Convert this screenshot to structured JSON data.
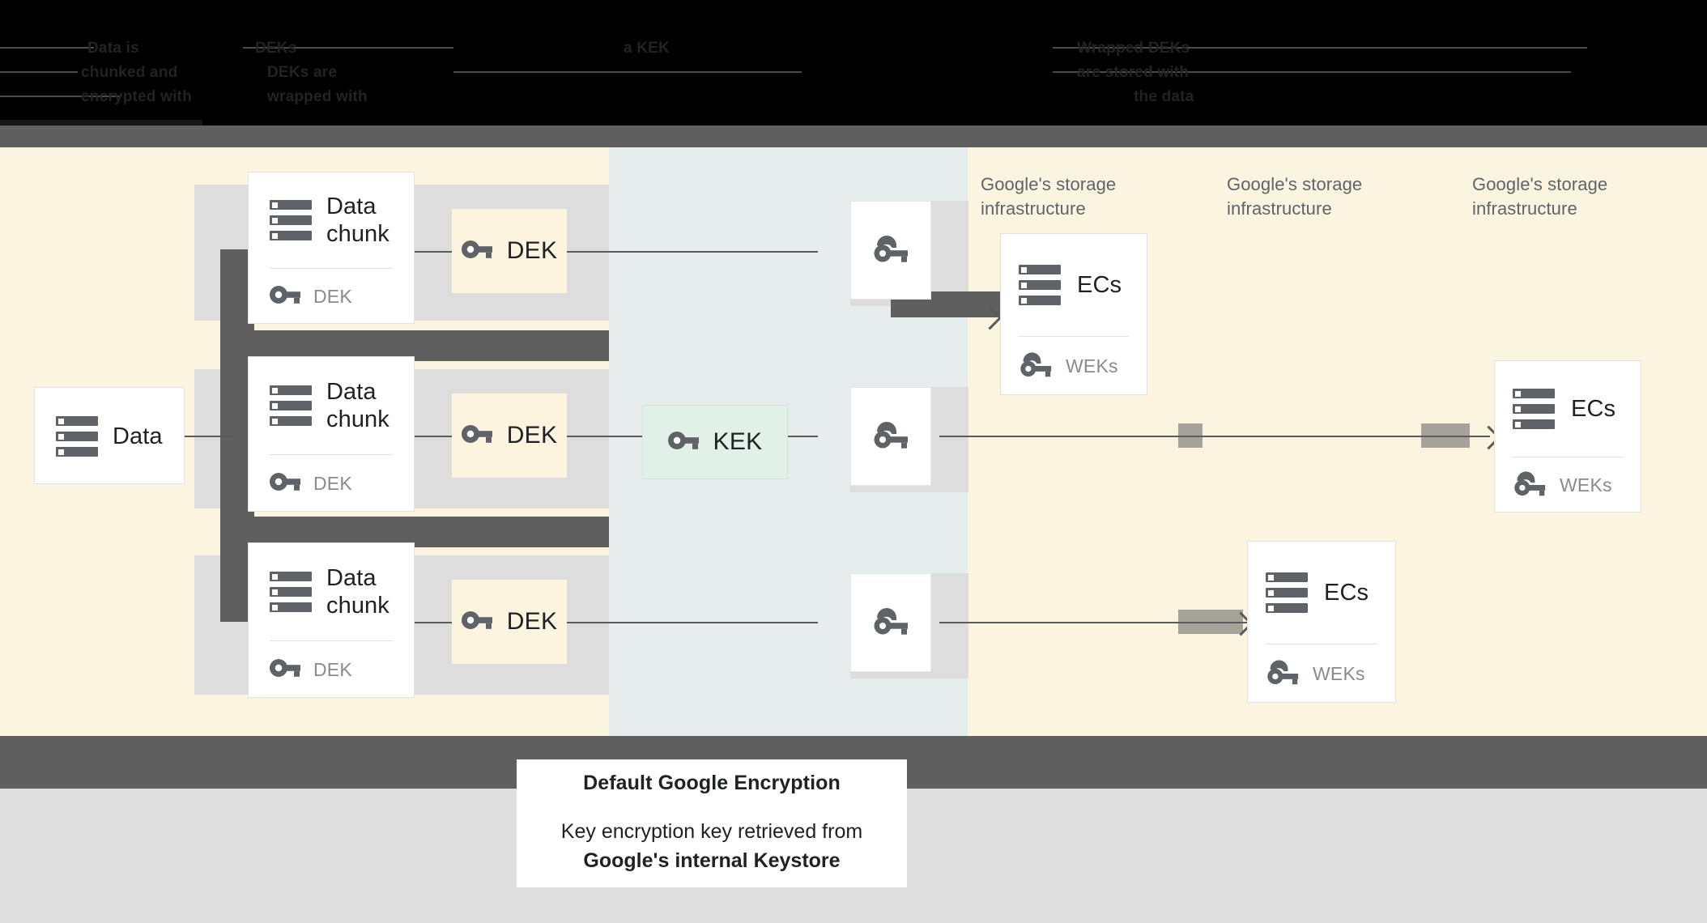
{
  "header": {
    "note": "obscured dark legend text across the top of the frame",
    "lines": [
      "Data is",
      "chunked and",
      "encrypted with",
      "DEKs",
      "DEKs are",
      "wrapped with",
      "a KEK",
      "Wrapped DEKs",
      "are stored with",
      "the data"
    ]
  },
  "diagram": {
    "source": {
      "label": "Data",
      "icon": "server-icon"
    },
    "chunks": [
      {
        "title": "Data chunk",
        "sub": "DEK",
        "icon": "server-icon",
        "sub_icon": "key-icon"
      },
      {
        "title": "Data chunk",
        "sub": "DEK",
        "icon": "server-icon",
        "sub_icon": "key-icon"
      },
      {
        "title": "Data chunk",
        "sub": "DEK",
        "icon": "server-icon",
        "sub_icon": "key-icon"
      }
    ],
    "deks": [
      {
        "label": "DEK",
        "icon": "key-icon"
      },
      {
        "label": "DEK",
        "icon": "key-icon"
      },
      {
        "label": "DEK",
        "icon": "key-icon"
      }
    ],
    "kek": {
      "label": "KEK",
      "icon": "key-icon"
    },
    "wrapped_keys": [
      {
        "icon": "wrapped-key-icon"
      },
      {
        "icon": "wrapped-key-icon"
      },
      {
        "icon": "wrapped-key-icon"
      }
    ],
    "storage_labels": [
      "Google's storage\ninfrastructure",
      "Google's storage\ninfrastructure",
      "Google's storage\ninfrastructure"
    ],
    "ec_cards": [
      {
        "title": "ECs",
        "sub": "WEKs",
        "icon": "server-icon",
        "sub_icon": "wrapped-key-icon"
      },
      {
        "title": "ECs",
        "sub": "WEKs",
        "icon": "server-icon",
        "sub_icon": "wrapped-key-icon"
      },
      {
        "title": "ECs",
        "sub": "WEKs",
        "icon": "server-icon",
        "sub_icon": "wrapped-key-icon"
      }
    ]
  },
  "caption": {
    "title": "Default Google Encryption",
    "line1": "Key encryption key retrieved from",
    "line2": "Google's internal Keystore"
  },
  "colors": {
    "cream": "#fbf4e0",
    "kek_column": "#e7ecec",
    "dark_band": "#5f5f5f",
    "footer": "#dedede",
    "dek_box": "#fdf4e0",
    "kek_box": "#e2f1e8",
    "gray_strip": "#dddddd",
    "icon": "#5f6368",
    "text": "#202124",
    "muted_text": "#8a8a8a"
  }
}
